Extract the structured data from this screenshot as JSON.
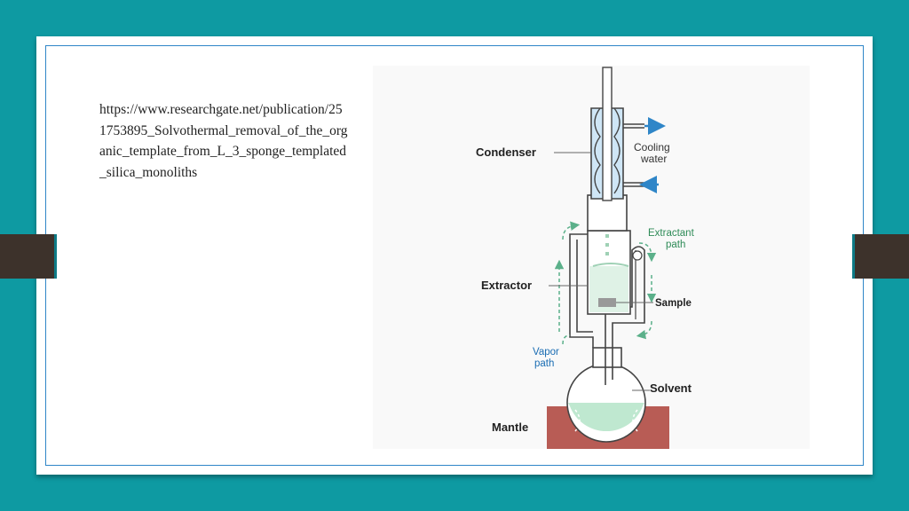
{
  "caption": {
    "lines": [
      "https://www.researchgate.net/publication/25",
      "1753895_Solvothermal_removal_of_the_org",
      "anic_template_from_L_3_sponge_templated",
      "_silica_monoliths"
    ]
  },
  "diagram": {
    "labels": {
      "condenser": "Condenser",
      "cooling_water_1": "Cooling",
      "cooling_water_2": "water",
      "extractant_path_1": "Extractant",
      "extractant_path_2": "path",
      "extractor": "Extractor",
      "sample": "Sample",
      "vapor_path_1": "Vapor",
      "vapor_path_2": "path",
      "solvent": "Solvent",
      "mantle": "Mantle"
    },
    "colors": {
      "background": "#0e9aa2",
      "frame": "#2f86c8",
      "side_tab": "#3d322b",
      "condenser_fill": "#cfe6f6",
      "solvent_fill": "#bfe8d0",
      "mantle_fill": "#b85c55",
      "arrow_blue": "#2f86c8",
      "arrow_green": "#5bb08a"
    }
  }
}
